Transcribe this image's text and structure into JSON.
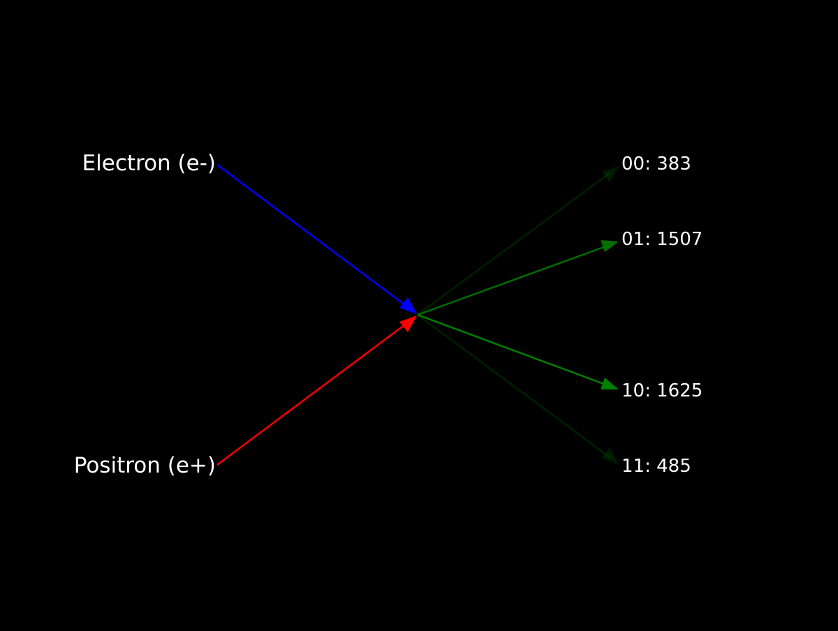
{
  "incoming": [
    {
      "key": "electron",
      "label": "Electron (e-)",
      "color": "#0000ff"
    },
    {
      "key": "positron",
      "label": "Positron (e+)",
      "color": "#ff0000"
    }
  ],
  "outcomes": [
    {
      "state": "00",
      "count": 383,
      "text": "00: 383"
    },
    {
      "state": "01",
      "count": 1507,
      "text": "01: 1507"
    },
    {
      "state": "10",
      "count": 1625,
      "text": "10: 1625"
    },
    {
      "state": "11",
      "count": 485,
      "text": "11: 485"
    }
  ],
  "colors": {
    "background": "#000000",
    "text": "#ffffff",
    "outcome_arrow": "#008000"
  }
}
